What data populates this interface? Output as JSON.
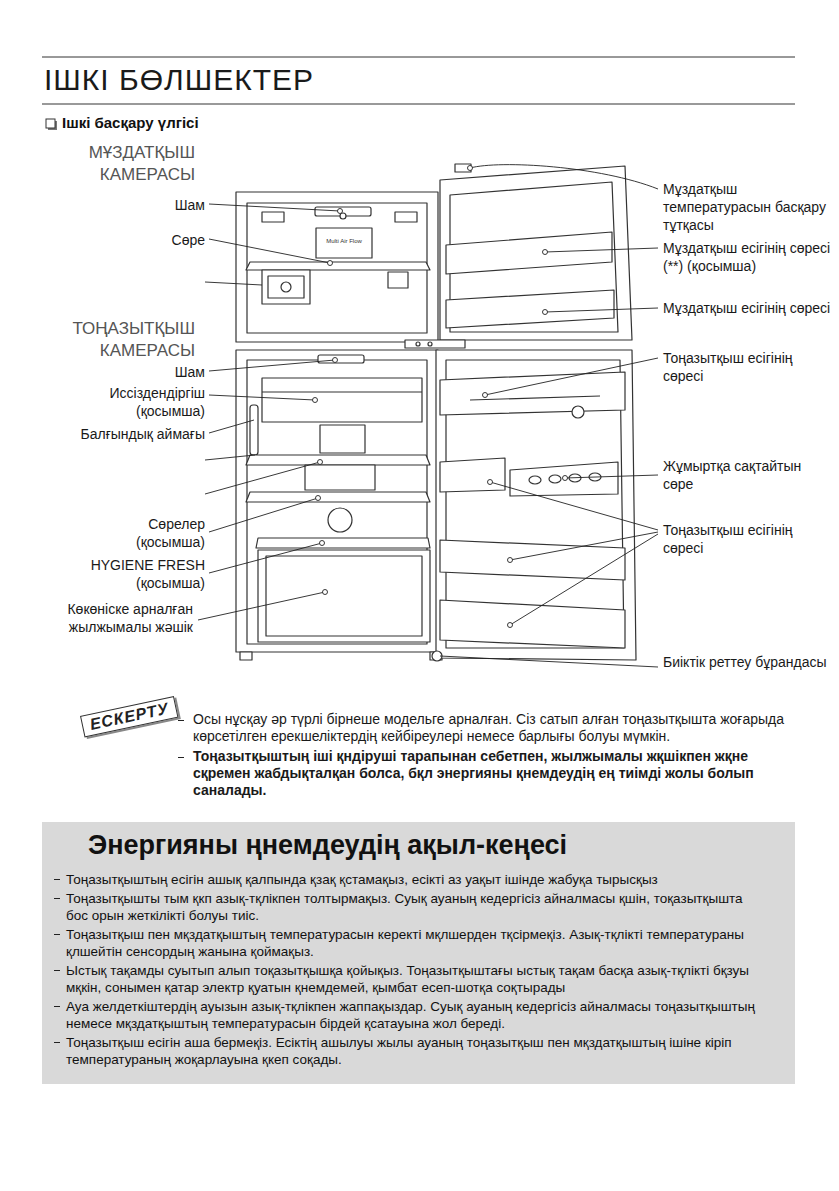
{
  "diagram": {
    "title": "ІШКІ БӨЛШЕКТЕР",
    "nodes": [
      {
        "text": [
          "ЕСКЕРТУ"
        ]
      },
      {
        "text": [
          "Энергияны ңнемдеудің ақыл-кеңесі",
          "Тоңазытқыштың есігін ашық қалпында қзақ қстамақыз, есікті аз уақыт ішінде жабуқа тырысқыз",
          "Тоңазытқышты тым қкп азық-тқлікпен толтырмақыз. Суық ауаның кедергісіз айналмасы қшін, тоқазытқышта бос орын жеткілікті болуы тиіс.",
          "Тоңазытқыш пен мқздатқыштың температурасын керекті мқлшерден тқсірмеқіз. Азық-тқлікті температураны қлшейтін сенсордың жанына қоймақыз.",
          "Ыстық тақамды суытып алып тоқазытқышқа қойықыз. Тоңазытқыштағы ыстық тақам басқа азық-тқлікті бқзуы мқкін, сонымен қатар электр қуатын қнемдемей, қымбат есеп-шотқа соқтырады",
          "Ауа желдеткіштердің ауызын азық-тқлікпен жаппақыздар. Суық ауаның кедергісіз айналмасы тоңазытқыштың немесе мқздатқыштың температурасын бірдей қсатауына жол береді.",
          "Тоңазытқыш есігін аша бермеқіз. Есіктің ашылуы жылы ауаның тоңазытқыш пен мқздатқыштың ішіне кіріп температураның жоқарлауына қкеп соқады."
        ]
      }
    ],
    "labels": [
      "Ішкі басқару үлгісі",
      "МҰЗДАТҚЫШ КАМЕРАСЫ",
      "Шам",
      "Сөре",
      "Multi Air Flow",
      "ТОҢАЗЫТҚЫШ КАМЕРАСЫ",
      "Шам",
      "Иссіздендіргіш (қосымша)",
      "Балғындық аймағы",
      "Сөрелер (қосымша)",
      "HYGIENE FRESH (қосымша)",
      "Көкөніске арналған жылжымалы жәшік",
      "Мұздатқыш температурасын басқару тұтқасы",
      "Мұздатқыш есігінің сөресі (**) (қосымша)",
      "Мұздатқыш есігінің сөресі",
      "Тоңазытқыш есігінің сөресі",
      "Жұмыртқа сақтайтын сөре",
      "Тоңазытқыш есігінің сөресі",
      "Биіктік реттеу бұрандасы",
      "Осы нұсқау әр түрлі бірнеше модельге арналған. Сіз сатып алған тоңазытқышта жоғарыда көрсетілген ерекшеліктердің кейбіреулері немесе барлығы болуы мүмкін.",
      "Тоңазытқыштың ішi қндіруші тарапынан себетпен, жылжымалы жқшікпен жқне сқремен жабдықталқан болса, бқл энергияны қнемдеудің ең тиімді жолы болып саналады."
    ]
  }
}
